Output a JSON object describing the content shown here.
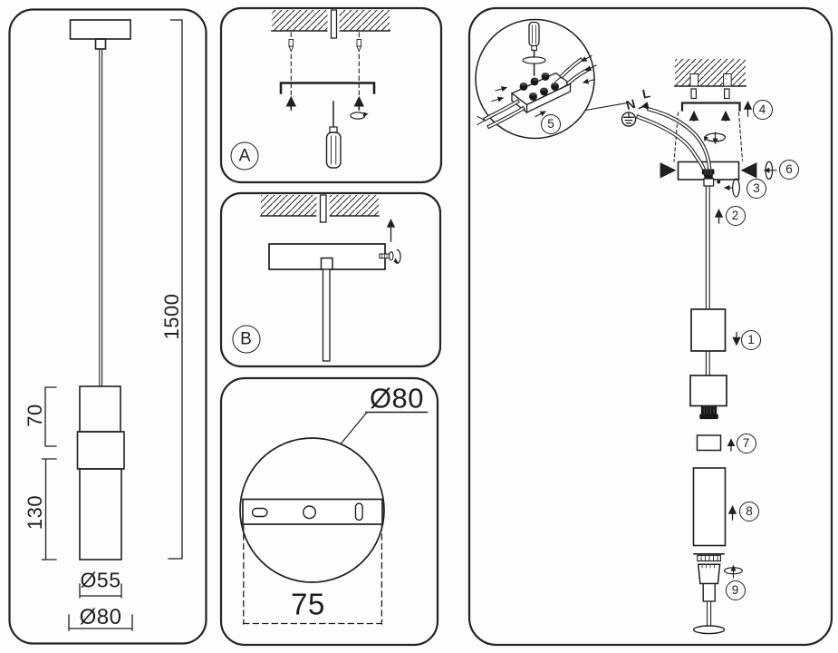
{
  "left_panel": {
    "cable_length": "1500",
    "upper_body_height": "70",
    "lower_body_height": "130",
    "body_diameter": "Ø55",
    "canopy_diameter": "Ø80"
  },
  "panel_a": {
    "label": "A"
  },
  "panel_b": {
    "label": "B"
  },
  "panel_c": {
    "diameter": "Ø80",
    "mount_spacing": "75"
  },
  "assembly": {
    "wire_neutral": "N",
    "wire_live": "L",
    "steps": [
      "1",
      "2",
      "3",
      "4",
      "5",
      "6",
      "7",
      "8",
      "9"
    ]
  }
}
